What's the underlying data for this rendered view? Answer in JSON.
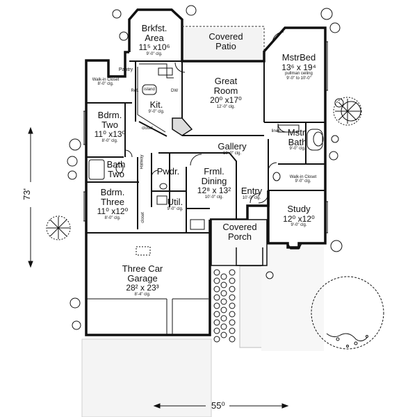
{
  "rooms": {
    "brkfst": {
      "name1": "Brkfst.",
      "name2": "Area",
      "dims": "11⁵ x10⁶",
      "ceiling": "9'-0\" clg."
    },
    "patio": {
      "name1": "Covered",
      "name2": "Patio"
    },
    "great": {
      "name1": "Great",
      "name2": "Room",
      "dims": "20⁰ x17⁰",
      "ceiling": "12'-0\" clg."
    },
    "mstrbed": {
      "name": "MstrBed",
      "dims": "13⁶ x 19⁴",
      "ceiling1": "pullman ceiling",
      "ceiling2": "9'-0\" to 10'-0\""
    },
    "kit": {
      "name": "Kit.",
      "ceiling": "9'-0\" clg."
    },
    "bdrm2": {
      "name1": "Bdrm.",
      "name2": "Two",
      "dims": "11⁰ x13⁰",
      "ceiling": "8'-0\" clg."
    },
    "mstrbath": {
      "name1": "Mstr.",
      "name2": "Bath",
      "ceiling": "9'-0\" clg."
    },
    "gallery": {
      "name": "Gallery",
      "ceiling": "10'-0\" clg."
    },
    "bath2": {
      "name1": "Bath",
      "name2": "Two"
    },
    "pwdr": {
      "name": "Pwdr."
    },
    "dining": {
      "name1": "Frml.",
      "name2": "Dining",
      "dims": "12⁸ x 13²",
      "ceiling": "10'-0\" clg."
    },
    "entry": {
      "name": "Entry",
      "ceiling": "10'-0\" clg."
    },
    "bdrm3": {
      "name1": "Bdrm.",
      "name2": "Three",
      "dims": "11⁰ x12⁰",
      "ceiling": "8'-0\" clg."
    },
    "util": {
      "name": "Util.",
      "ceiling": "9'-0\" clg."
    },
    "study": {
      "name": "Study",
      "dims": "12⁰ x12⁰",
      "ceiling": "9'-0\" clg."
    },
    "porch": {
      "name1": "Covered",
      "name2": "Porch"
    },
    "garage": {
      "name1": "Three Car",
      "name2": "Garage",
      "dims": "28² x 23³",
      "ceiling": "8'-4\" clg."
    }
  },
  "small_labels": {
    "pantry": "Pantry",
    "walkin_left1": "Walk-in Closet",
    "walkin_left2": "8'-0\" clg.",
    "island": "island",
    "dw": "DW",
    "ref": "Ref.",
    "closet": "closet",
    "hallway": "Hallway",
    "linen": "linen",
    "walkin_right1": "Walk-in Closet",
    "walkin_right2": "9'-0\" clg.",
    "closet2": "closet"
  },
  "dimensions": {
    "width": "55⁰",
    "depth": "73'"
  }
}
